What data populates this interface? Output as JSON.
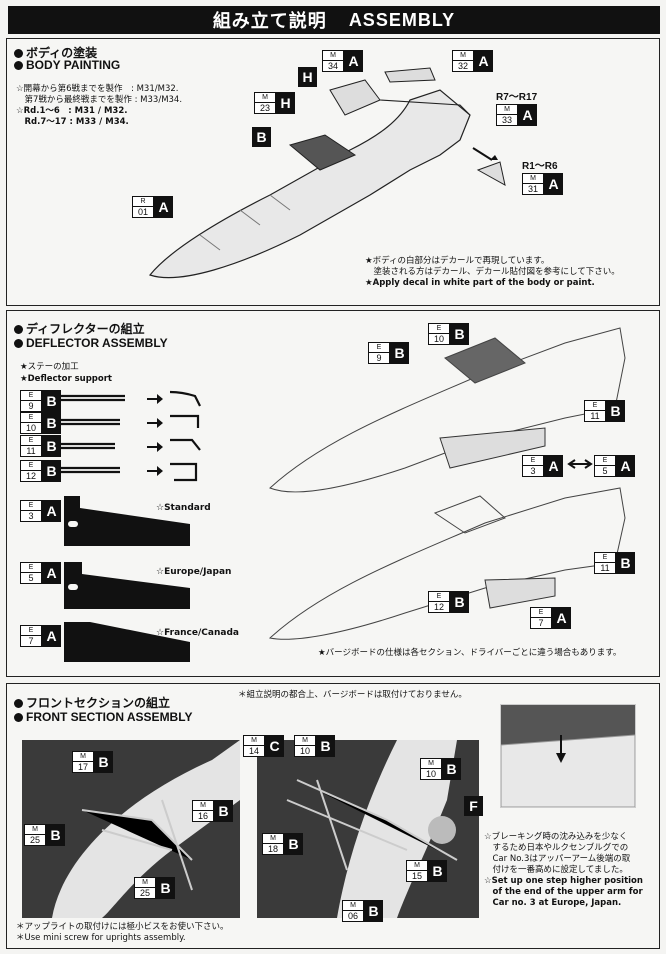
{
  "header": {
    "jp": "組み立て説明",
    "en": "ASSEMBLY"
  },
  "body_painting": {
    "title_jp": "ボディの塗装",
    "title_en": "BODY PAINTING",
    "notes": [
      "☆開幕から第6戦までを製作　: M31/M32.",
      "　第7戦から最終戦までを製作 : M33/M34.",
      "☆Rd.1～6　: M31 / M32.",
      "　Rd.7～17 : M33 / M34."
    ],
    "labels": {
      "r7": "R7～R17",
      "r1": "R1～R6"
    },
    "tags": [
      {
        "top": "M",
        "num": "34",
        "letter": "A"
      },
      {
        "top": "M",
        "num": "32",
        "letter": "A"
      },
      {
        "top": "",
        "num": "",
        "letter": "H"
      },
      {
        "top": "M",
        "num": "23",
        "letter": "H"
      },
      {
        "top": "",
        "num": "",
        "letter": "B"
      },
      {
        "top": "R",
        "num": "01",
        "letter": "A"
      },
      {
        "top": "M",
        "num": "33",
        "letter": "A"
      },
      {
        "top": "M",
        "num": "31",
        "letter": "A"
      }
    ],
    "decal_note": [
      "★ボディの白部分はデカールで再現しています。",
      "　塗装される方はデカール、デカール貼付図を参考にして下さい。",
      "★Apply decal in white part of the body or paint."
    ]
  },
  "deflector": {
    "title_jp": "ディフレクターの組立",
    "title_en": "DEFLECTOR ASSEMBLY",
    "support_jp": "★ステーの加工",
    "support_en": "★Deflector support",
    "stays": [
      {
        "top": "E",
        "num": "9",
        "letter": "B"
      },
      {
        "top": "E",
        "num": "10",
        "letter": "B"
      },
      {
        "top": "E",
        "num": "11",
        "letter": "B"
      },
      {
        "top": "E",
        "num": "12",
        "letter": "B"
      }
    ],
    "variants": [
      {
        "top": "E",
        "num": "3",
        "letter": "A",
        "label": "☆Standard"
      },
      {
        "top": "E",
        "num": "5",
        "letter": "A",
        "label": "☆Europe/Japan"
      },
      {
        "top": "E",
        "num": "7",
        "letter": "A",
        "label": "☆France/Canada"
      }
    ],
    "diagram_tags": [
      {
        "top": "E",
        "num": "10",
        "letter": "B"
      },
      {
        "top": "E",
        "num": "9",
        "letter": "B"
      },
      {
        "top": "E",
        "num": "11",
        "letter": "B"
      },
      {
        "top": "E",
        "num": "3",
        "letter": "A"
      },
      {
        "top": "E",
        "num": "5",
        "letter": "A"
      },
      {
        "top": "E",
        "num": "11",
        "letter": "B"
      },
      {
        "top": "E",
        "num": "12",
        "letter": "B"
      },
      {
        "top": "E",
        "num": "7",
        "letter": "A"
      }
    ],
    "bargeboard_note": "★バージボードの仕様は各セクション、ドライバーごとに違う場合もあります。"
  },
  "front": {
    "title_jp": "フロントセクションの組立",
    "title_en": "FRONT SECTION ASSEMBLY",
    "top_note": "＊組立説明の都合上、バージボードは取付けておりません。",
    "tags_left": [
      {
        "top": "M",
        "num": "17",
        "letter": "B"
      },
      {
        "top": "M",
        "num": "16",
        "letter": "B"
      },
      {
        "top": "M",
        "num": "25",
        "letter": "B"
      },
      {
        "top": "M",
        "num": "25",
        "letter": "B"
      }
    ],
    "tags_mid": [
      {
        "top": "M",
        "num": "14",
        "letter": "C"
      },
      {
        "top": "M",
        "num": "10",
        "letter": "B"
      },
      {
        "top": "M",
        "num": "10",
        "letter": "B"
      },
      {
        "top": "M",
        "num": "18",
        "letter": "B"
      },
      {
        "top": "M",
        "num": "15",
        "letter": "B"
      },
      {
        "top": "M",
        "num": "06",
        "letter": "B"
      },
      {
        "top": "",
        "num": "",
        "letter": "F"
      }
    ],
    "uprights_note": [
      "＊アップライトの取付けには極小ビスをお使い下さい。",
      "＊Use mini screw for uprights assembly."
    ],
    "brake_note": [
      "☆ブレーキング時の沈み込みを少なく",
      "　するため日本やルクセンブルグでの",
      "　Car No.3はアッパーアーム後端の取",
      "　付けを一番高めに設定してました。",
      "☆Set up one step higher position",
      "　of the end of the upper arm for",
      "　Car no. 3 at Europe, Japan."
    ]
  }
}
